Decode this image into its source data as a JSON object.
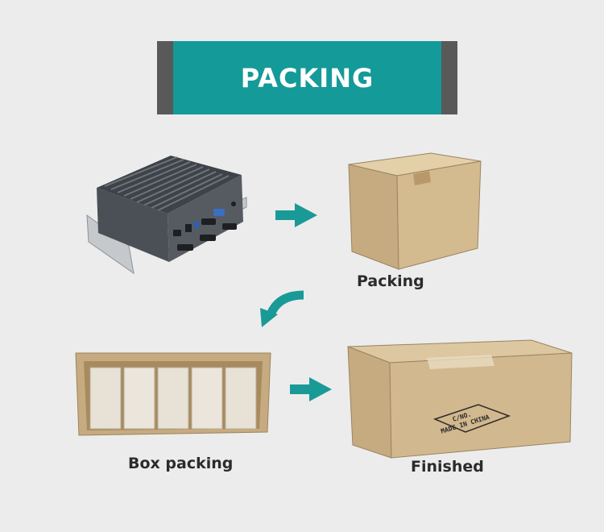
{
  "header": {
    "title": "PACKING"
  },
  "steps": {
    "packing": "Packing",
    "box_packing": "Box packing",
    "finished": "Finished"
  },
  "carton_marking": {
    "line1": "C/NO.",
    "line2": "MADE IN CHINA"
  },
  "colors": {
    "accent": "#149a98",
    "banner_dark": "#595959",
    "arrow": "#1a9a96",
    "background": "#ececec",
    "cardboard": "#c9b089"
  }
}
